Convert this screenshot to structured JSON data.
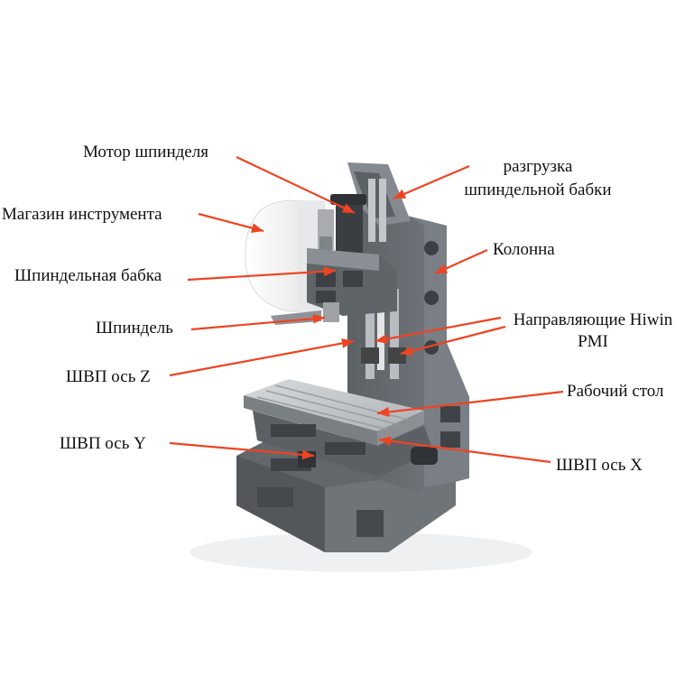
{
  "colors": {
    "arrow": "#ee4422",
    "machine_body": "#6b7076",
    "machine_dark": "#4a4e53",
    "machine_light": "#9aa0a6",
    "table_top": "#c9ccd0",
    "tool_magazine": "#f2f2f2"
  },
  "labels": {
    "spindle_motor": "Мотор шпинделя",
    "headstock_counterweight_line1": "разгрузка",
    "headstock_counterweight_line2": "шпиндельной бабки",
    "tool_magazine": "Магазин инструмента",
    "column": "Колонна",
    "headstock": "Шпиндельная бабка",
    "spindle": "Шпиндель",
    "guides_line1": "Направляющие Hiwin",
    "guides_line2": "PMI",
    "ballscrew_z": "ШВП ось Z",
    "work_table": "Рабочий стол",
    "ballscrew_y": "ШВП ось Y",
    "ballscrew_x": "ШВП ось X"
  }
}
